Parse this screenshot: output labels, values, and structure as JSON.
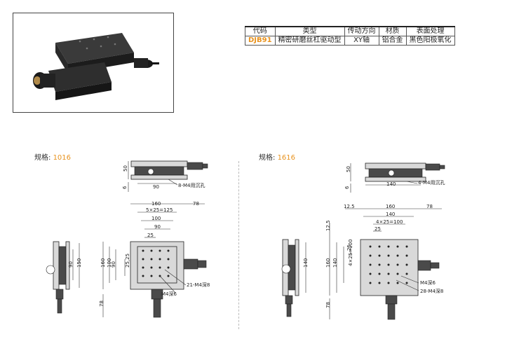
{
  "table": {
    "headers": [
      "代码",
      "类型",
      "传动方向",
      "材质",
      "表面处理"
    ],
    "row": [
      "DJB91",
      "精密研磨丝杠驱动型",
      "XY轴",
      "铝合金",
      "黑色阳极氧化"
    ]
  },
  "left": {
    "spec_label": "规格:",
    "spec_value": "1016",
    "dims": {
      "top_width": "90",
      "top_height": "50",
      "top_offset": "6",
      "top_note": "8-M4用沉孔",
      "w160": "160",
      "w125": "5×25=125",
      "w100": "100",
      "w90": "90",
      "w25": "25",
      "w78": "78",
      "h160": "160",
      "h100": "100",
      "h90": "90",
      "h25": "25,25",
      "h78": "78",
      "side90": "90",
      "side150": "150",
      "note_a": "21-M4深8",
      "note_b": "M4深6"
    }
  },
  "right": {
    "spec_label": "规格:",
    "spec_value": "1616",
    "dims": {
      "top_width": "140",
      "top_height": "50",
      "top_offset": "6",
      "top_note": "4-M4用沉孔",
      "w12_5": "12.5",
      "w160": "160",
      "w140": "140",
      "w100": "4×25=100",
      "w25": "25",
      "w78": "78",
      "h12_5": "12.5",
      "h160": "160",
      "h140": "140",
      "h100": "4×25=100",
      "h25": "25",
      "h78": "78",
      "side140": "140",
      "note_a": "M4深6",
      "note_b": "28-M4深8"
    }
  }
}
